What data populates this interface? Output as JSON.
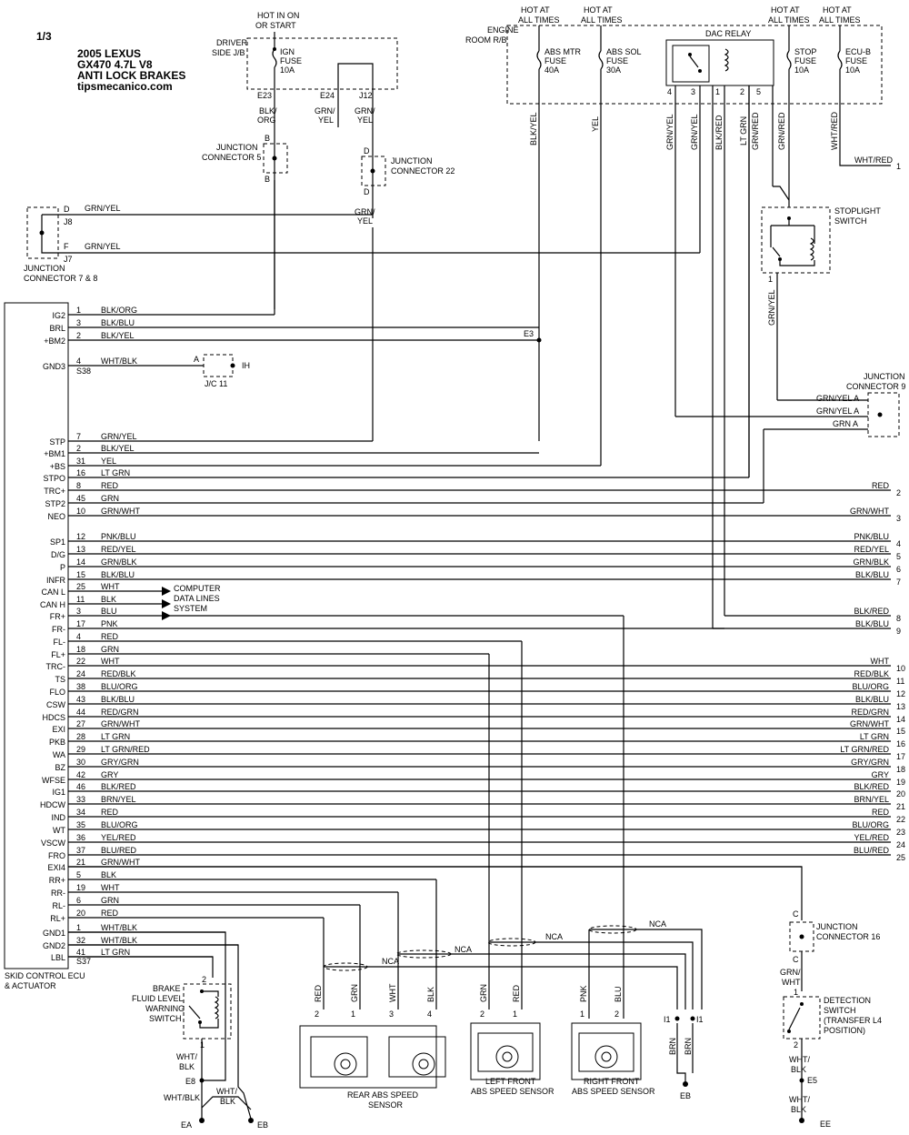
{
  "header": {
    "page": "1/3",
    "line1": "2005 LEXUS",
    "line2": "GX470  4.7L V8",
    "line3": "ANTI LOCK BRAKES",
    "line4": "tipsmecanico.com"
  },
  "fuses": {
    "hot_ign_1": "HOT IN ON",
    "hot_ign_2": "OR START",
    "hot_all": "HOT AT",
    "hot_all_2": "ALL TIMES",
    "driver_jb_1": "DRIVER",
    "driver_jb_2": "SIDE J/B",
    "engine_rb_1": "ENGINE",
    "engine_rb_2": "ROOM R/B",
    "ign": [
      "IGN",
      "FUSE",
      "10A"
    ],
    "abs_mtr": [
      "ABS MTR",
      "FUSE",
      "40A"
    ],
    "abs_sol": [
      "ABS SOL",
      "FUSE",
      "30A"
    ],
    "stop": [
      "STOP",
      "FUSE",
      "10A"
    ],
    "ecub": [
      "ECU-B",
      "FUSE",
      "10A"
    ],
    "dac_relay": "DAC RELAY"
  },
  "pins": {
    "e23": "E23",
    "e24": "E24",
    "j12": "J12",
    "b": "B",
    "d": "D",
    "f": "F",
    "j8": "J8",
    "j7": "J7",
    "e3": "E3",
    "s38": "S38",
    "s37": "S37",
    "a": "A",
    "ih": "IH",
    "c": "C",
    "i1": "I1",
    "e8": "E8",
    "e5": "E5",
    "r1": "1",
    "r2": "2",
    "r3": "3",
    "r4": "4",
    "r5": "5"
  },
  "labels": {
    "blk_org": [
      "BLK/",
      "ORG"
    ],
    "grn_yel": [
      "GRN/",
      "YEL"
    ],
    "jc5": [
      "JUNCTION",
      "CONNECTOR 5"
    ],
    "jc22": [
      "JUNCTION",
      "CONNECTOR 22"
    ],
    "jc78": [
      "JUNCTION",
      "CONNECTOR 7 & 8"
    ],
    "jc9": [
      "JUNCTION",
      "CONNECTOR 9"
    ],
    "jc11": "J/C 11",
    "jc16": [
      "JUNCTION",
      "CONNECTOR 16"
    ],
    "stoplight": [
      "STOPLIGHT",
      "SWITCH"
    ],
    "blk_yel": "BLK/YEL",
    "yel": "YEL",
    "grn_yel_v": "GRN/YEL",
    "blk_red": "BLK/RED",
    "lt_grn": "LT GRN",
    "grn_red": "GRN/RED",
    "wht_red": "WHT/RED",
    "grn_yel_s": "GRN/YEL",
    "grn_yel_a": [
      "GRN/YEL  A",
      "GRN/YEL  A",
      "GRN  A"
    ],
    "computer": [
      "COMPUTER",
      "DATA LINES",
      "SYSTEM"
    ],
    "ecu": [
      "SKID CONTROL ECU",
      "& ACTUATOR"
    ],
    "brake_fluid": [
      "BRAKE",
      "FLUID LEVEL",
      "WARNING",
      "SWITCH"
    ],
    "detection": [
      "DETECTION",
      "SWITCH",
      "(TRANSFER L4",
      "POSITION)"
    ],
    "rear_abs": [
      "REAR ABS SPEED",
      "SENSOR"
    ],
    "left_abs": [
      "LEFT FRONT",
      "ABS SPEED SENSOR"
    ],
    "right_abs": [
      "RIGHT FRONT",
      "ABS SPEED SENSOR"
    ],
    "nca": "NCA",
    "wht_blk": [
      "WHT/",
      "BLK"
    ],
    "wht_blk_1": "WHT/BLK",
    "grn_wht": [
      "GRN/",
      "WHT"
    ],
    "brn": "BRN",
    "ea": "EA",
    "eb": "EB",
    "ee": "EE",
    "sensor_wires": [
      "RED",
      "GRN",
      "WHT",
      "BLK",
      "GRN",
      "RED",
      "PNK",
      "BLU"
    ],
    "sensor_pins": [
      "2",
      "1",
      "3",
      "4",
      "2",
      "1",
      "1",
      "2"
    ],
    "jc78_wires": [
      "GRN/YEL",
      "GRN/YEL"
    ]
  },
  "ecu_rows": [
    {
      "term": "IG2",
      "pin": "1",
      "wire": "BLK/ORG",
      "rlabel": "",
      "num": ""
    },
    {
      "term": "BRL",
      "pin": "3",
      "wire": "BLK/BLU",
      "rlabel": "",
      "num": ""
    },
    {
      "term": "+BM2",
      "pin": "2",
      "wire": "BLK/YEL",
      "rlabel": "",
      "num": ""
    },
    {
      "term": "GND3",
      "pin": "4",
      "wire": "WHT/BLK",
      "rlabel": "",
      "num": ""
    },
    {
      "term": "STP",
      "pin": "7",
      "wire": "GRN/YEL",
      "rlabel": "",
      "num": ""
    },
    {
      "term": "+BM1",
      "pin": "2",
      "wire": "BLK/YEL",
      "rlabel": "",
      "num": ""
    },
    {
      "term": "+BS",
      "pin": "31",
      "wire": "YEL",
      "rlabel": "",
      "num": ""
    },
    {
      "term": "STPO",
      "pin": "16",
      "wire": "LT GRN",
      "rlabel": "",
      "num": ""
    },
    {
      "term": "TRC+",
      "pin": "8",
      "wire": "RED",
      "rlabel": "RED",
      "num": "2"
    },
    {
      "term": "STP2",
      "pin": "45",
      "wire": "GRN",
      "rlabel": "",
      "num": ""
    },
    {
      "term": "NEO",
      "pin": "10",
      "wire": "GRN/WHT",
      "rlabel": "GRN/WHT",
      "num": "3"
    },
    {
      "term": "SP1",
      "pin": "12",
      "wire": "PNK/BLU",
      "rlabel": "PNK/BLU",
      "num": "4"
    },
    {
      "term": "D/G",
      "pin": "13",
      "wire": "RED/YEL",
      "rlabel": "RED/YEL",
      "num": "5"
    },
    {
      "term": "P",
      "pin": "14",
      "wire": "GRN/BLK",
      "rlabel": "GRN/BLK",
      "num": "6"
    },
    {
      "term": "INFR",
      "pin": "15",
      "wire": "BLK/BLU",
      "rlabel": "BLK/BLU",
      "num": "7"
    },
    {
      "term": "CAN L",
      "pin": "25",
      "wire": "WHT",
      "rlabel": "",
      "num": ""
    },
    {
      "term": "CAN H",
      "pin": "11",
      "wire": "BLK",
      "rlabel": "",
      "num": ""
    },
    {
      "term": "FR+",
      "pin": "3",
      "wire": "BLU",
      "rlabel": "BLK/RED",
      "num": "8"
    },
    {
      "term": "FR-",
      "pin": "17",
      "wire": "PNK",
      "rlabel": "BLK/BLU",
      "num": "9"
    },
    {
      "term": "FL-",
      "pin": "4",
      "wire": "RED",
      "rlabel": "",
      "num": ""
    },
    {
      "term": "FL+",
      "pin": "18",
      "wire": "GRN",
      "rlabel": "",
      "num": ""
    },
    {
      "term": "TRC-",
      "pin": "22",
      "wire": "WHT",
      "rlabel": "WHT",
      "num": "10"
    },
    {
      "term": "TS",
      "pin": "24",
      "wire": "RED/BLK",
      "rlabel": "RED/BLK",
      "num": "11"
    },
    {
      "term": "FLO",
      "pin": "38",
      "wire": "BLU/ORG",
      "rlabel": "BLU/ORG",
      "num": "12"
    },
    {
      "term": "CSW",
      "pin": "43",
      "wire": "BLK/BLU",
      "rlabel": "BLK/BLU",
      "num": "13"
    },
    {
      "term": "HDCS",
      "pin": "44",
      "wire": "RED/GRN",
      "rlabel": "RED/GRN",
      "num": "14"
    },
    {
      "term": "EXI",
      "pin": "27",
      "wire": "GRN/WHT",
      "rlabel": "GRN/WHT",
      "num": "15"
    },
    {
      "term": "PKB",
      "pin": "28",
      "wire": "LT GRN",
      "rlabel": "LT GRN",
      "num": "16"
    },
    {
      "term": "WA",
      "pin": "29",
      "wire": "LT GRN/RED",
      "rlabel": "LT GRN/RED",
      "num": "17"
    },
    {
      "term": "BZ",
      "pin": "30",
      "wire": "GRY/GRN",
      "rlabel": "GRY/GRN",
      "num": "18"
    },
    {
      "term": "WFSE",
      "pin": "42",
      "wire": "GRY",
      "rlabel": "GRY",
      "num": "19"
    },
    {
      "term": "IG1",
      "pin": "46",
      "wire": "BLK/RED",
      "rlabel": "BLK/RED",
      "num": "20"
    },
    {
      "term": "HDCW",
      "pin": "33",
      "wire": "BRN/YEL",
      "rlabel": "BRN/YEL",
      "num": "21"
    },
    {
      "term": "IND",
      "pin": "34",
      "wire": "RED",
      "rlabel": "RED",
      "num": "22"
    },
    {
      "term": "WT",
      "pin": "35",
      "wire": "BLU/ORG",
      "rlabel": "BLU/ORG",
      "num": "23"
    },
    {
      "term": "VSCW",
      "pin": "36",
      "wire": "YEL/RED",
      "rlabel": "YEL/RED",
      "num": "24"
    },
    {
      "term": "FRO",
      "pin": "37",
      "wire": "BLU/RED",
      "rlabel": "BLU/RED",
      "num": "25"
    },
    {
      "term": "EXI4",
      "pin": "21",
      "wire": "GRN/WHT",
      "rlabel": "",
      "num": ""
    },
    {
      "term": "RR+",
      "pin": "5",
      "wire": "BLK",
      "rlabel": "",
      "num": ""
    },
    {
      "term": "RR-",
      "pin": "19",
      "wire": "WHT",
      "rlabel": "",
      "num": ""
    },
    {
      "term": "RL-",
      "pin": "6",
      "wire": "GRN",
      "rlabel": "",
      "num": ""
    },
    {
      "term": "RL+",
      "pin": "20",
      "wire": "RED",
      "rlabel": "",
      "num": ""
    },
    {
      "term": "GND1",
      "pin": "1",
      "wire": "WHT/BLK",
      "rlabel": "",
      "num": ""
    },
    {
      "term": "GND2",
      "pin": "32",
      "wire": "WHT/BLK",
      "rlabel": "",
      "num": ""
    },
    {
      "term": "LBL",
      "pin": "41",
      "wire": "LT GRN",
      "rlabel": "",
      "num": ""
    }
  ],
  "top_right": {
    "wht_red": "WHT/RED",
    "num": "1"
  }
}
